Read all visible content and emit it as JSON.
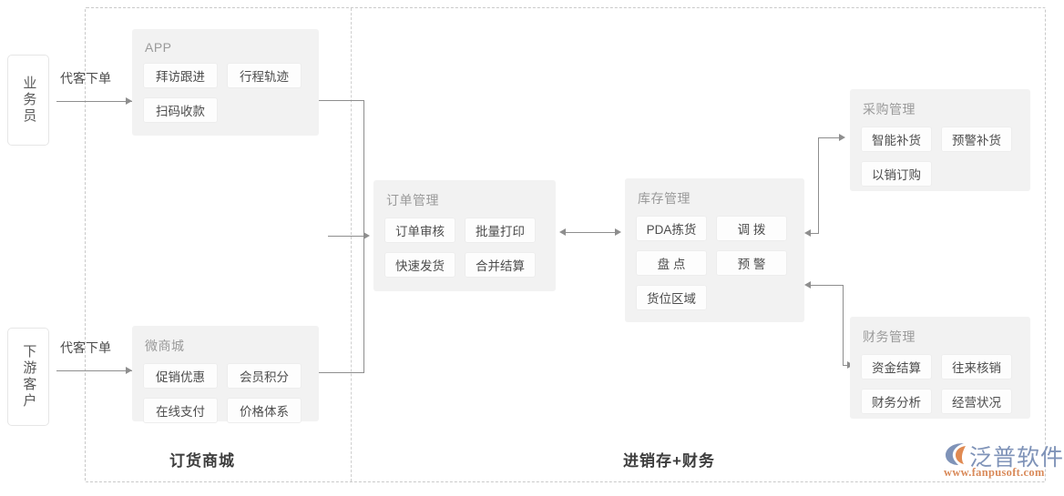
{
  "diagram": {
    "title_left": "订货商城",
    "title_right": "进销存+财务"
  },
  "actors": [
    {
      "name": "业务员",
      "flow_label": "代客下单"
    },
    {
      "name": "下游客户",
      "flow_label": "代客下单"
    }
  ],
  "panels": {
    "app": {
      "title": "APP",
      "chips": [
        "拜访跟进",
        "行程轨迹",
        "扫码收款"
      ]
    },
    "mall": {
      "title": "微商城",
      "chips": [
        "促销优惠",
        "会员积分",
        "在线支付",
        "价格体系"
      ]
    },
    "order": {
      "title": "订单管理",
      "chips": [
        "订单审核",
        "批量打印",
        "快速发货",
        "合并结算"
      ]
    },
    "stock": {
      "title": "库存管理",
      "chips": [
        "PDA拣货",
        "调 拨",
        "盘 点",
        "预 警",
        "货位区域"
      ]
    },
    "purchase": {
      "title": "采购管理",
      "chips": [
        "智能补货",
        "预警补货",
        "以销订购"
      ]
    },
    "finance": {
      "title": "财务管理",
      "chips": [
        "资金结算",
        "往来核销",
        "财务分析",
        "经营状况"
      ]
    }
  },
  "watermark": {
    "brand": "泛普软件",
    "url": "www.fanpusoft.com"
  },
  "colors": {
    "panel_bg": "#f2f2f2",
    "chip_bg": "#fdfdfd",
    "chip_border": "#ededed",
    "panel_title": "#9a9a9a",
    "chip_text": "#4d4d4d",
    "line": "#8e8e8e",
    "dashed_border": "#c9c9c9",
    "brand_blue": "#7f93b8",
    "brand_orange": "#d98a5a"
  }
}
